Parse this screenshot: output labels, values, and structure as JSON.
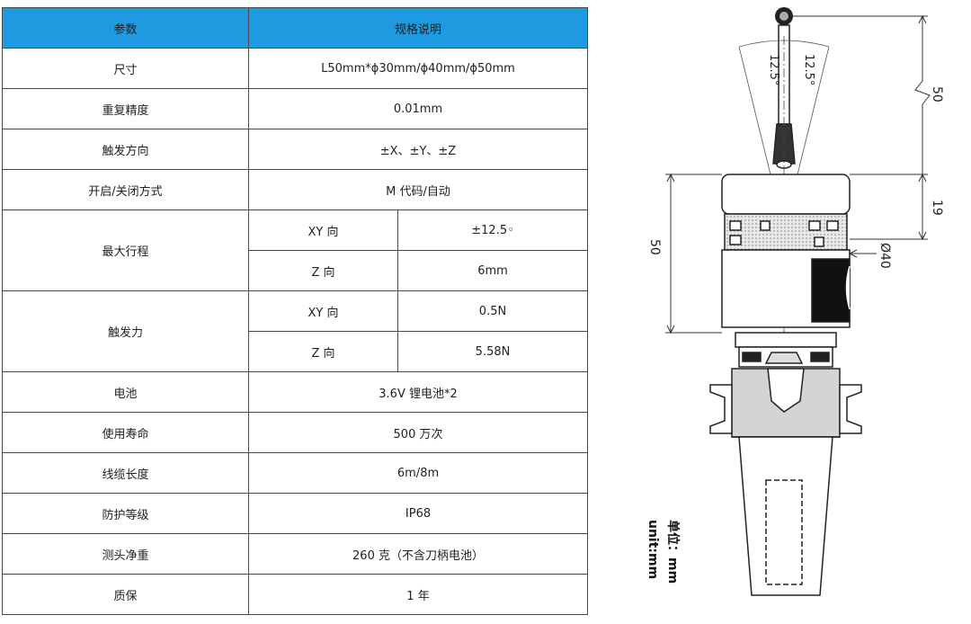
{
  "table": {
    "header": {
      "param": "参数",
      "spec": "规格说明"
    },
    "rows": {
      "size": {
        "label": "尺寸",
        "value": "L50mm*ϕ30mm/ϕ40mm/ϕ50mm"
      },
      "repeat": {
        "label": "重复精度",
        "value": "0.01mm"
      },
      "trigger_dir": {
        "label": "触发方向",
        "value": "±X、±Y、±Z"
      },
      "onoff": {
        "label": "开启/关闭方式",
        "value": "M 代码/自动"
      },
      "max_travel": {
        "label": "最大行程",
        "xy_label": "XY 向",
        "xy_value": "±12.5◦",
        "z_label": "Z 向",
        "z_value": "6mm"
      },
      "trigger_force": {
        "label": "触发力",
        "xy_label": "XY 向",
        "xy_value": "0.5N",
        "z_label": "Z 向",
        "z_value": "5.58N"
      },
      "battery": {
        "label": "电池",
        "value": "3.6V 锂电池*2"
      },
      "life": {
        "label": "使用寿命",
        "value": "500 万次"
      },
      "cable": {
        "label": "线缆长度",
        "value": "6m/8m"
      },
      "protection": {
        "label": "防护等级",
        "value": "IP68"
      },
      "weight": {
        "label": "测头净重",
        "value": "260 克（不含刀柄电池）"
      },
      "warranty": {
        "label": "质保",
        "value": "1 年"
      }
    }
  },
  "drawing": {
    "angle_left": "12.5°",
    "angle_right": "12.5°",
    "dim_top": "50",
    "dim_mid": "19",
    "dim_body": "50",
    "dim_diameter": "Ø40",
    "unit_cn": "单位：mm",
    "unit_en": "unit:mm"
  }
}
